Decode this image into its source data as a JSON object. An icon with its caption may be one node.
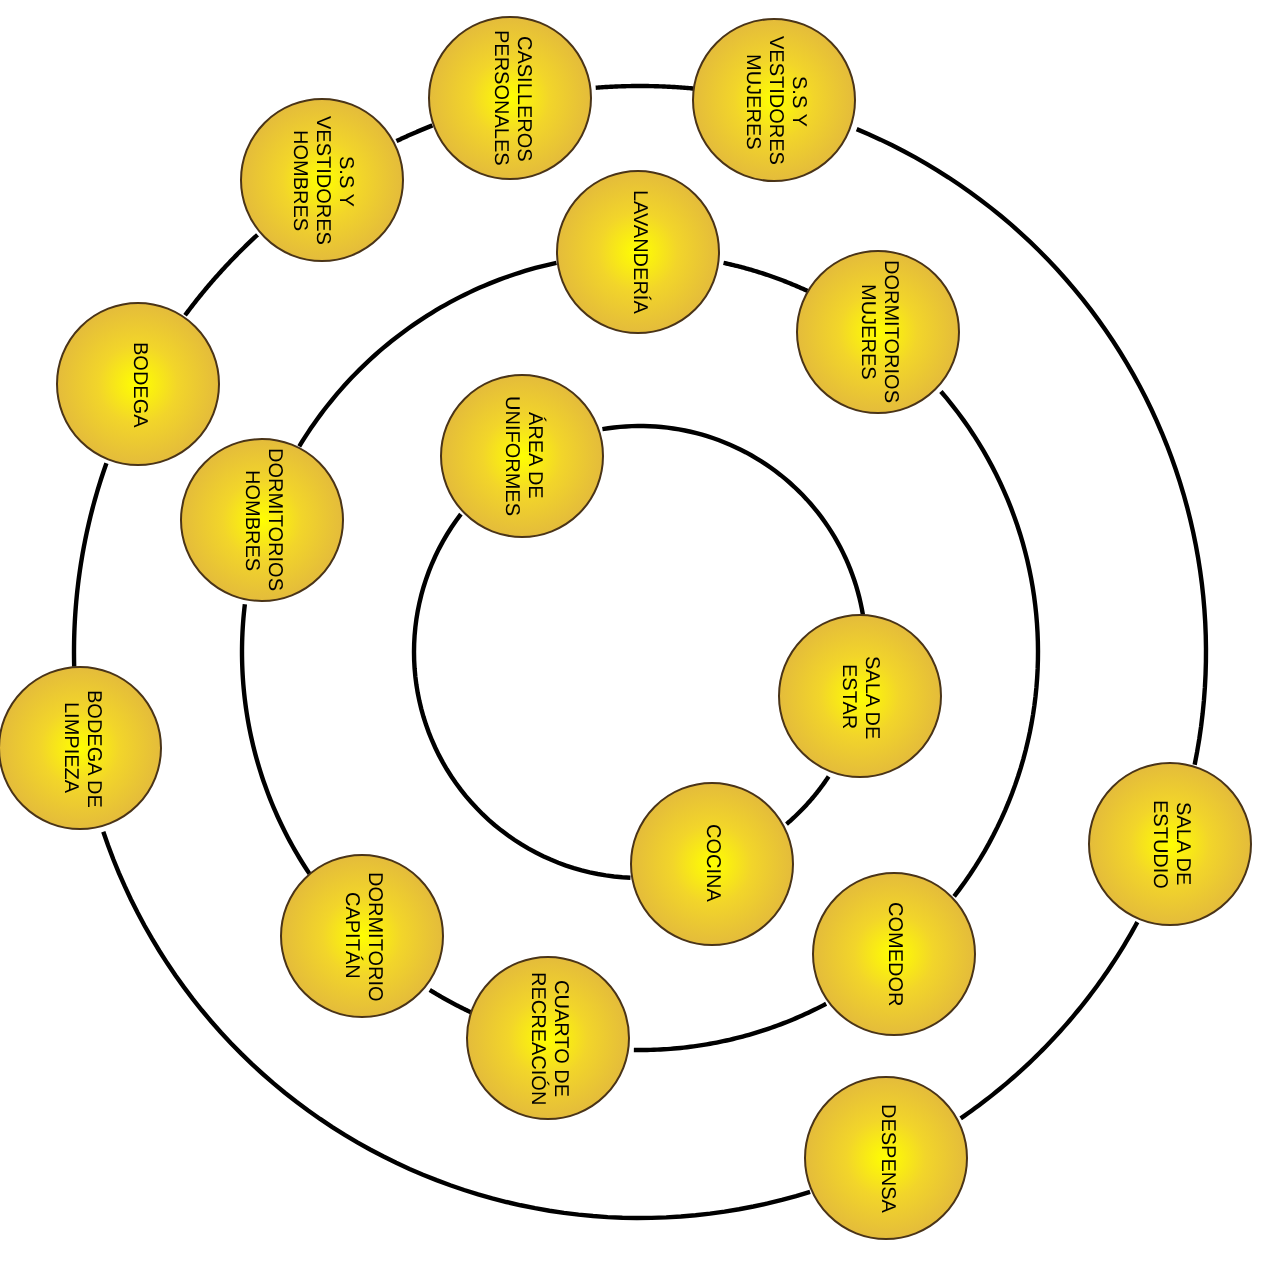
{
  "diagram": {
    "nodes": [
      {
        "text": [
          "S.S Y VESTIDORES MUJERES"
        ]
      },
      {
        "text": [
          "CASILLEROS PERSONALES"
        ]
      },
      {
        "text": [
          "S.S Y VESTIDORES HOMBRES"
        ]
      },
      {
        "text": [
          "LAVANDERÍA"
        ]
      },
      {
        "text": [
          "DORMITORIOS MUJERES"
        ]
      },
      {
        "text": [
          "BODEGA"
        ]
      },
      {
        "text": [
          "ÁREA DE UNIFORMES"
        ]
      },
      {
        "text": [
          "DORMITORIOS HOMBRES"
        ]
      },
      {
        "text": [
          "SALA DE ESTAR"
        ]
      },
      {
        "text": [
          "BODEGA DE LIMPIEZA"
        ]
      },
      {
        "text": [
          "SALA DE ESTUDIO"
        ]
      },
      {
        "text": [
          "COCINA"
        ]
      },
      {
        "text": [
          "DORMITORIO CAPITÁN"
        ]
      },
      {
        "text": [
          "COMEDOR"
        ]
      },
      {
        "text": [
          "CUARTO DE RECREACIÓN"
        ]
      },
      {
        "text": [
          "DESPENSA"
        ]
      }
    ],
    "edges": [
      {
        "from": 10,
        "to": 15,
        "arrow": "none"
      },
      {
        "from": 15,
        "to": 9,
        "arrow": "none"
      },
      {
        "from": 9,
        "to": 5,
        "arrow": "none"
      },
      {
        "from": 5,
        "to": 2,
        "arrow": "none"
      },
      {
        "from": 2,
        "to": 1,
        "arrow": "none"
      },
      {
        "from": 1,
        "to": 0,
        "arrow": "none"
      },
      {
        "from": 0,
        "to": 10,
        "arrow": "none"
      },
      {
        "from": 13,
        "to": 14,
        "arrow": "none"
      },
      {
        "from": 14,
        "to": 12,
        "arrow": "none"
      },
      {
        "from": 12,
        "to": 7,
        "arrow": "none"
      },
      {
        "from": 7,
        "to": 3,
        "arrow": "none"
      },
      {
        "from": 3,
        "to": 4,
        "arrow": "none"
      },
      {
        "from": 4,
        "to": 13,
        "arrow": "none"
      },
      {
        "from": 8,
        "to": 11,
        "arrow": "none"
      },
      {
        "from": 11,
        "to": 6,
        "arrow": "none"
      },
      {
        "from": 6,
        "to": 8,
        "arrow": "none"
      }
    ]
  }
}
